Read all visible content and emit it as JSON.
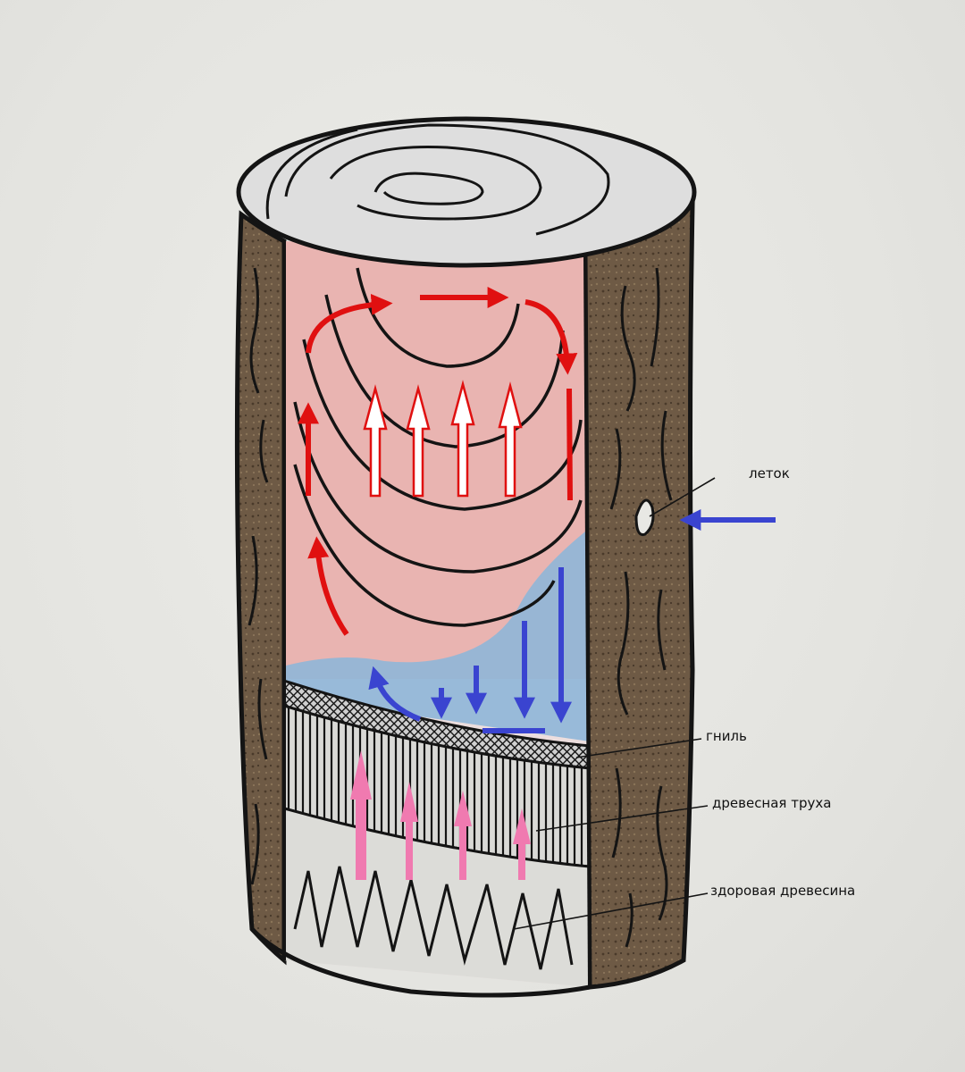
{
  "labels": {
    "entrance": "леток",
    "rot": "гниль",
    "wood_dust": "древесная труха",
    "healthy_wood": "здоровая древесина"
  },
  "colors": {
    "background": "#e6e6e2",
    "bark": "#6e5a45",
    "warm_zone": "#e8a6a2",
    "cold_zone": "#8fb6d8",
    "warm_air_arrow": "#e01010",
    "cold_air_arrow": "#3a44d0",
    "rising_vapor_arrow": "#f07ab0",
    "ink": "#141414"
  },
  "icons": {
    "entrance_arrow": "arrow-left-icon",
    "warm_flow": "arrow-up-icon",
    "cold_flow": "arrow-down-icon"
  }
}
